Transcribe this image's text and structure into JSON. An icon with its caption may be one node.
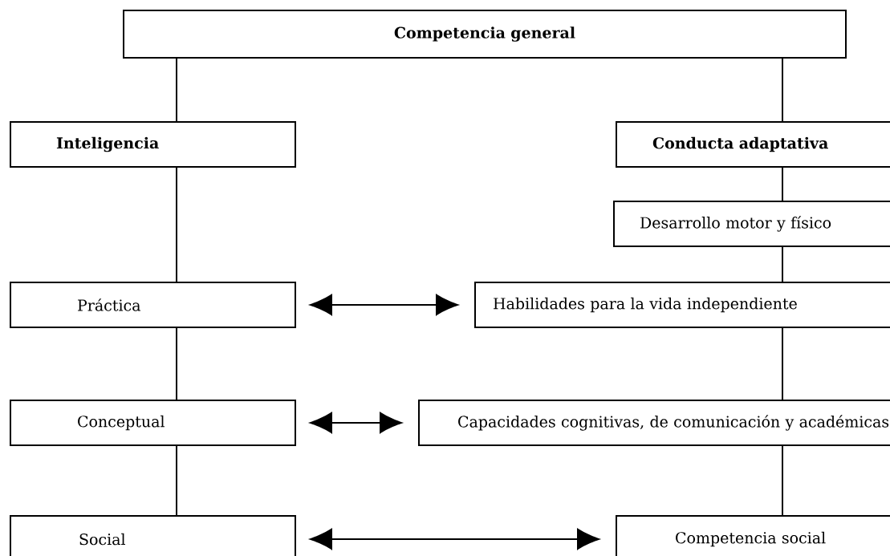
{
  "diagram": {
    "nodes": [
      {
        "text": [
          "Competencia general"
        ]
      },
      {
        "text": [
          "Inteligencia"
        ]
      },
      {
        "text": [
          "Conducta adaptativa"
        ]
      },
      {
        "text": [
          "Desarrollo motor y físico"
        ]
      },
      {
        "text": [
          "Práctica"
        ]
      },
      {
        "text": [
          "Habilidades para la vida independiente"
        ]
      },
      {
        "text": [
          "Conceptual"
        ]
      },
      {
        "text": [
          "Capacidades cognitivas, de comunicación y académicas"
        ]
      },
      {
        "text": [
          "Social"
        ]
      },
      {
        "text": [
          "Competencia social"
        ]
      }
    ],
    "edges": [
      {
        "from": 0,
        "to": 1,
        "arrow": "none"
      },
      {
        "from": 0,
        "to": 2,
        "arrow": "none"
      },
      {
        "from": 2,
        "to": 3,
        "arrow": "none"
      },
      {
        "from": 1,
        "to": 4,
        "arrow": "none"
      },
      {
        "from": 3,
        "to": 5,
        "arrow": "none"
      },
      {
        "from": 4,
        "to": 5,
        "arrow": "both"
      },
      {
        "from": 4,
        "to": 6,
        "arrow": "none"
      },
      {
        "from": 5,
        "to": 7,
        "arrow": "none"
      },
      {
        "from": 6,
        "to": 7,
        "arrow": "both"
      },
      {
        "from": 6,
        "to": 8,
        "arrow": "none"
      },
      {
        "from": 7,
        "to": 9,
        "arrow": "none"
      },
      {
        "from": 8,
        "to": 9,
        "arrow": "both"
      }
    ]
  }
}
